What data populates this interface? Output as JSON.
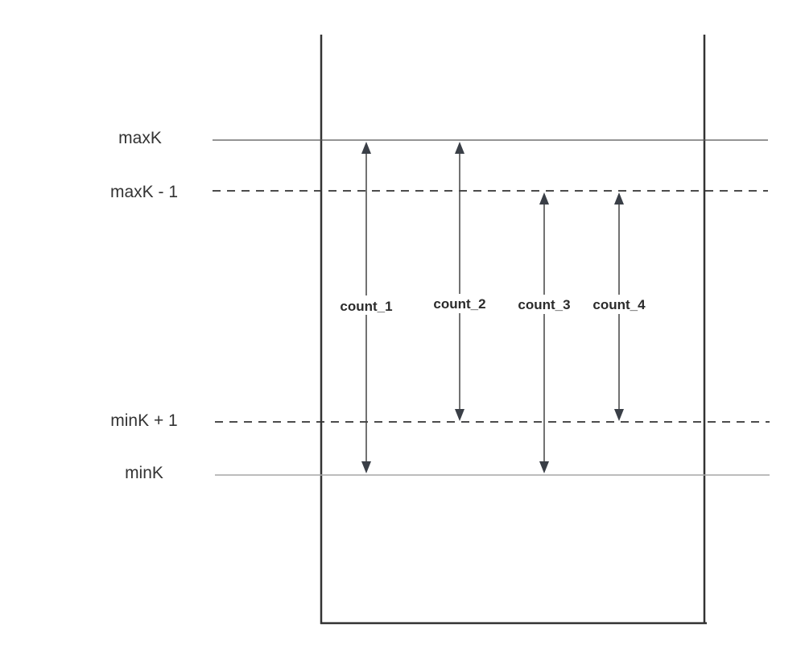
{
  "levels": {
    "max_k": "maxK",
    "max_k_minus_1": "maxK - 1",
    "min_k_plus_1": "minK + 1",
    "min_k": "minK"
  },
  "counts": {
    "count_1": "count_1",
    "count_2": "count_2",
    "count_3": "count_3",
    "count_4": "count_4"
  },
  "colors": {
    "container_stroke": "#333333",
    "solid_level_line": "#555555",
    "min_level_line": "#a6a6a6",
    "dashed_level_line": "#333333",
    "arrow": "#444444",
    "arrow_head": "#3a3f47"
  }
}
